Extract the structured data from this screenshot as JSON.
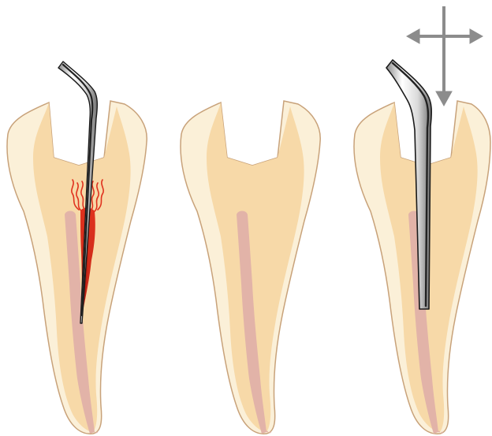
{
  "figure": {
    "panels": [
      {
        "id": "heated-plugger-softening-gutta-percha",
        "instrument": "heated-plugger-icon",
        "effect": "heat-waves-icon"
      },
      {
        "id": "root-canal-with-gutta-percha-cone",
        "instrument": null,
        "effect": null
      },
      {
        "id": "cold-plugger-condensation",
        "instrument": "plugger-icon",
        "effect": "four-way-arrow-icon"
      }
    ]
  },
  "colors": {
    "enamel": "#FBF0D8",
    "enamel_outline": "#C8A27A",
    "dentin": "#F7D9A8",
    "gutta_percha": "#E2B3A8",
    "heat": "#E0321E",
    "heat_dark": "#B01C10",
    "instrument_light": "#F3F3F3",
    "instrument_dark": "#1A1A1A",
    "arrow": "#8C8C8C"
  }
}
